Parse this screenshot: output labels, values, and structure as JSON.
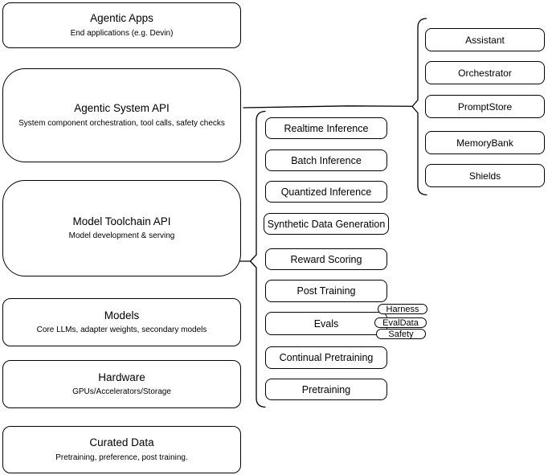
{
  "left_column": [
    {
      "title": "Agentic Apps",
      "subtitle": "End applications (e.g. Devin)"
    },
    {
      "title": "Agentic System API",
      "subtitle": "System component orchestration, tool calls, safety checks"
    },
    {
      "title": "Model Toolchain API",
      "subtitle": "Model development & serving"
    },
    {
      "title": "Models",
      "subtitle": "Core LLMs, adapter weights, secondary models"
    },
    {
      "title": "Hardware",
      "subtitle": "GPUs/Accelerators/Storage"
    },
    {
      "title": "Curated Data",
      "subtitle": "Pretraining, preference, post training."
    }
  ],
  "middle_column": [
    {
      "label": "Realtime Inference"
    },
    {
      "label": "Batch Inference"
    },
    {
      "label": "Quantized Inference"
    },
    {
      "label": "Synthetic Data Generation"
    },
    {
      "label": "Reward Scoring"
    },
    {
      "label": "Post Training"
    },
    {
      "label": "Evals"
    },
    {
      "label": "Continual Pretraining"
    },
    {
      "label": "Pretraining"
    }
  ],
  "right_column": [
    {
      "label": "Assistant"
    },
    {
      "label": "Orchestrator"
    },
    {
      "label": "PromptStore"
    },
    {
      "label": "MemoryBank"
    },
    {
      "label": "Shields"
    }
  ],
  "eval_tags": [
    {
      "label": "Harness"
    },
    {
      "label": "EvalData"
    },
    {
      "label": "Safety"
    }
  ],
  "colors": {
    "stroke": "#000000",
    "fill": "#ffffff",
    "text": "#000000",
    "background": "#ffffff"
  }
}
